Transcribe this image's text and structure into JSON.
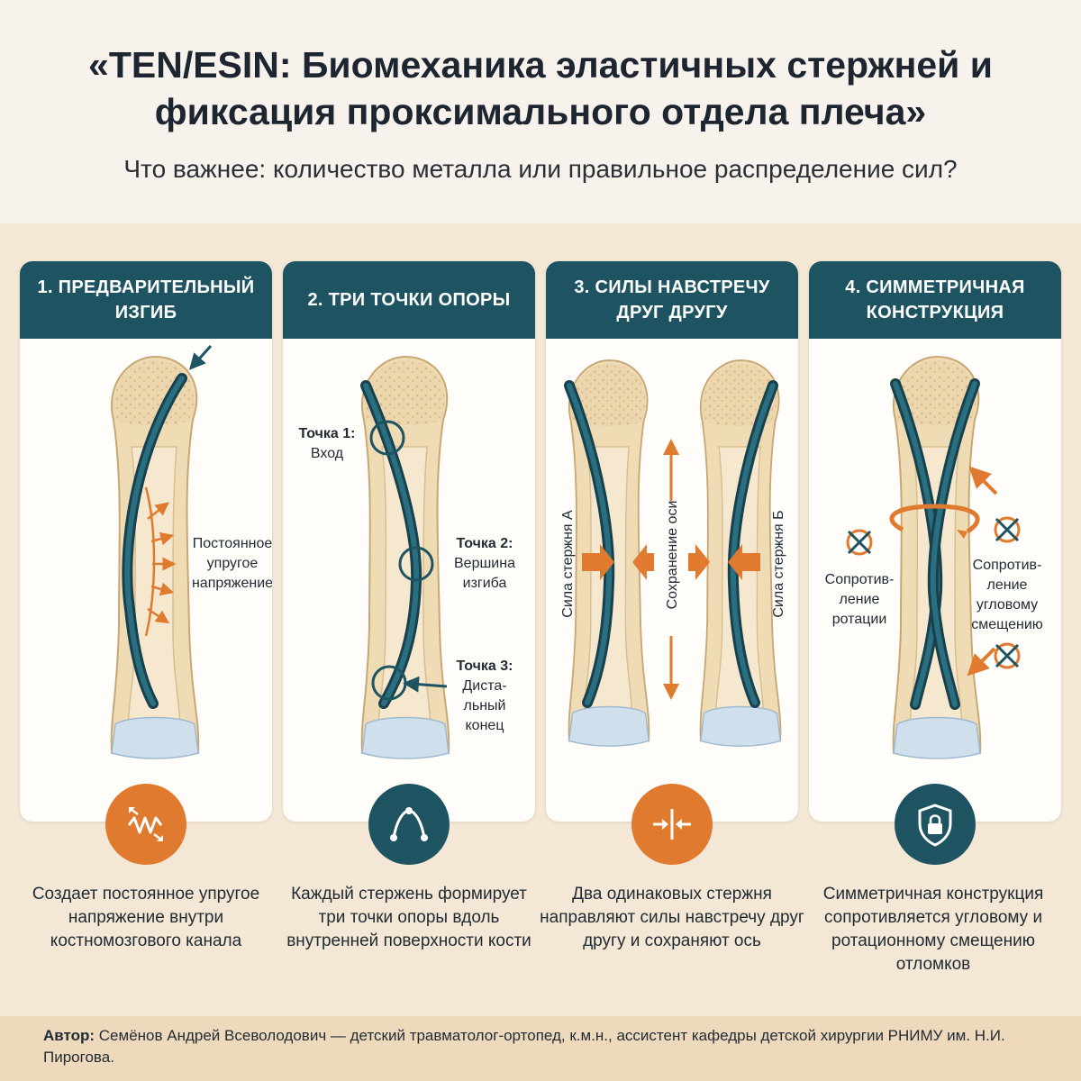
{
  "header": {
    "title": "«TEN/ESIN: Биомеханика эластичных стержней и фиксация проксимального отдела плеча»",
    "subtitle": "Что важнее: количество металла или правильное распределение сил?"
  },
  "panels": [
    {
      "title": "1. ПРЕДВАРИТЕЛЬНЫЙ ИЗГИБ",
      "labels": {
        "tension": "Постоянное упругое напряжение"
      },
      "icon": "spring-tension-icon",
      "icon_color": "#e07a2e",
      "description": "Создает постоянное упругое напряжение внутри костномозгового канала"
    },
    {
      "title": "2. ТРИ ТОЧКИ ОПОРЫ",
      "labels": {
        "point1_title": "Точка 1:",
        "point1_text": "Вход",
        "point2_title": "Точка 2:",
        "point2_text": "Вершина изгиба",
        "point3_title": "Точка 3:",
        "point3_text": "Диста-льный конец"
      },
      "icon": "three-point-arc-icon",
      "icon_color": "#1e5462",
      "description": "Каждый стержень формирует три точки опоры вдоль внутренней поверхности кости"
    },
    {
      "title": "3. СИЛЫ НАВСТРЕЧУ ДРУГ ДРУГУ",
      "labels": {
        "rod_a": "Сила стержня А",
        "axis": "Сохранение оси",
        "rod_b": "Сила стержня Б"
      },
      "icon": "opposing-arrows-icon",
      "icon_color": "#e07a2e",
      "description": "Два одинаковых стержня направляют силы навстречу друг другу и сохраняют ось"
    },
    {
      "title": "4. СИММЕТРИЧНАЯ КОНСТРУКЦИЯ",
      "labels": {
        "rotation": "Сопротив-ление ротации",
        "angular": "Сопротив-ление угловому смещению"
      },
      "icon": "shield-lock-icon",
      "icon_color": "#1e5462",
      "description": "Симметричная конструкция сопротивляется угловому и ротационному смещению отломков"
    }
  ],
  "footer": {
    "author_label": "Автор:",
    "author_text": "Семёнов Андрей Всеволодович — детский травматолог-ортопед, к.м.н., ассистент кафедры детской хирургии РНИМУ им. Н.И. Пирогова."
  },
  "colors": {
    "teal": "#1e5462",
    "orange": "#e07a2e",
    "bone": "#efdcb5",
    "background": "#f4e7d5",
    "footer": "#efd9bc"
  }
}
